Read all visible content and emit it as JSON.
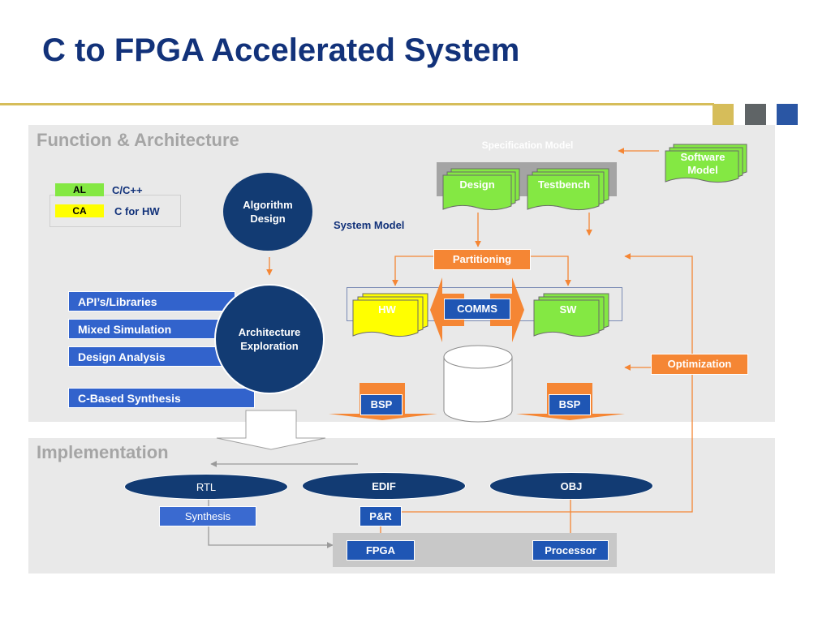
{
  "title": "C to FPGA Accelerated System",
  "colors": {
    "title": "#12327a",
    "accent_gold": "#d6bd5a",
    "square_gray": "#5f6466",
    "square_blue": "#2a56a4",
    "orange": "#f58634",
    "navy": "#123b73",
    "blue": "#3263cc",
    "green": "#84e843",
    "yellow": "#ffff00"
  },
  "function_panel": {
    "title": "Function & Architecture"
  },
  "legend": {
    "items": [
      {
        "tag": "AL",
        "text": "C/C++"
      },
      {
        "tag": "CA",
        "text": "C for HW"
      }
    ]
  },
  "algorithm_design": "Algorithm Design",
  "architecture_exploration": "Architecture Exploration",
  "tools": [
    "API’s/Libraries",
    "Mixed Simulation",
    "Design Analysis",
    "C-Based Synthesis"
  ],
  "specification_model": "Specification Model",
  "software_model": "Software Model",
  "design": "Design",
  "testbench": "Testbench",
  "system_model": "System Model",
  "partitioning": "Partitioning",
  "hw": "HW",
  "comms": "COMMS",
  "sw": "SW",
  "optimization": "Optimization",
  "bsp_left": "BSP",
  "bsp_right": "BSP",
  "implementation_panel": {
    "title": "Implementation"
  },
  "rtl": "RTL",
  "edif": "EDIF",
  "obj": "OBJ",
  "synthesis": "Synthesis",
  "par": "P&R",
  "fpga": "FPGA",
  "processor": "Processor"
}
